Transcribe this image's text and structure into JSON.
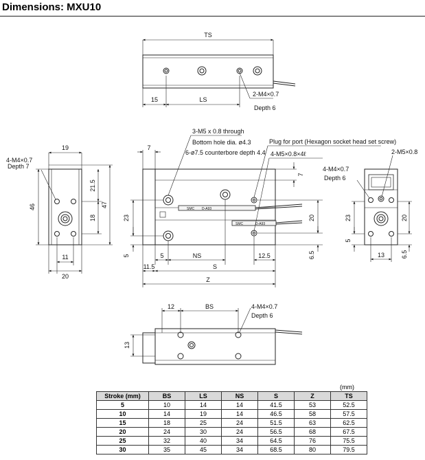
{
  "title": "Dimensions: MXU10",
  "labels": {
    "ts": "TS",
    "ls": "LS",
    "v15": "15",
    "m4_top": "2-M4×0.7",
    "depth6_top": "Depth 6",
    "v19": "19",
    "m4_left": "4-M4×0.7",
    "depth7": "Depth 7",
    "v46": "46",
    "v21_5": "21.5",
    "v47": "47",
    "v18": "18",
    "v11": "11",
    "v20_left": "20",
    "v7_top": "7",
    "m5_through": "3-M5 x 0.8 through",
    "bottom_hole": "Bottom hole dia. ø4.3",
    "counterbore": "6-ø7.5 counterbore depth 4.4",
    "plug": "Plug for port (Hexagon socket head set screw)",
    "m5_plug": "4-M5×0.8×4ℓ",
    "v7_right": "7",
    "v23": "23",
    "v20_mid": "20",
    "v5_left": "5",
    "v5_bot": "5",
    "ns": "NS",
    "v12_5": "12.5",
    "v6_5": "6.5",
    "v11_5": "11.5",
    "s": "S",
    "z": "Z",
    "m5_right": "2-M5×0.8",
    "m4_right": "4-M4×0.7",
    "depth6_right": "Depth 6",
    "v23_r": "23",
    "v20_r": "20",
    "v5_r": "5",
    "v13_r": "13",
    "v6_5_r": "6.5",
    "v12": "12",
    "bs": "BS",
    "m4_bot": "4-M4×0.7",
    "depth6_bot": "Depth 6",
    "v13_bot": "13",
    "sensor1": "D-A93",
    "sensor2": "D-A93",
    "smc1": "SMC",
    "smc2": "SMC"
  },
  "table": {
    "unit": "(mm)",
    "headers": [
      "Stroke (mm)",
      "BS",
      "LS",
      "NS",
      "S",
      "Z",
      "TS"
    ],
    "rows": [
      [
        "5",
        "10",
        "14",
        "14",
        "41.5",
        "53",
        "52.5"
      ],
      [
        "10",
        "14",
        "19",
        "14",
        "46.5",
        "58",
        "57.5"
      ],
      [
        "15",
        "18",
        "25",
        "24",
        "51.5",
        "63",
        "62.5"
      ],
      [
        "20",
        "24",
        "30",
        "24",
        "56.5",
        "68",
        "67.5"
      ],
      [
        "25",
        "32",
        "40",
        "34",
        "64.5",
        "76",
        "75.5"
      ],
      [
        "30",
        "35",
        "45",
        "34",
        "68.5",
        "80",
        "79.5"
      ]
    ]
  }
}
